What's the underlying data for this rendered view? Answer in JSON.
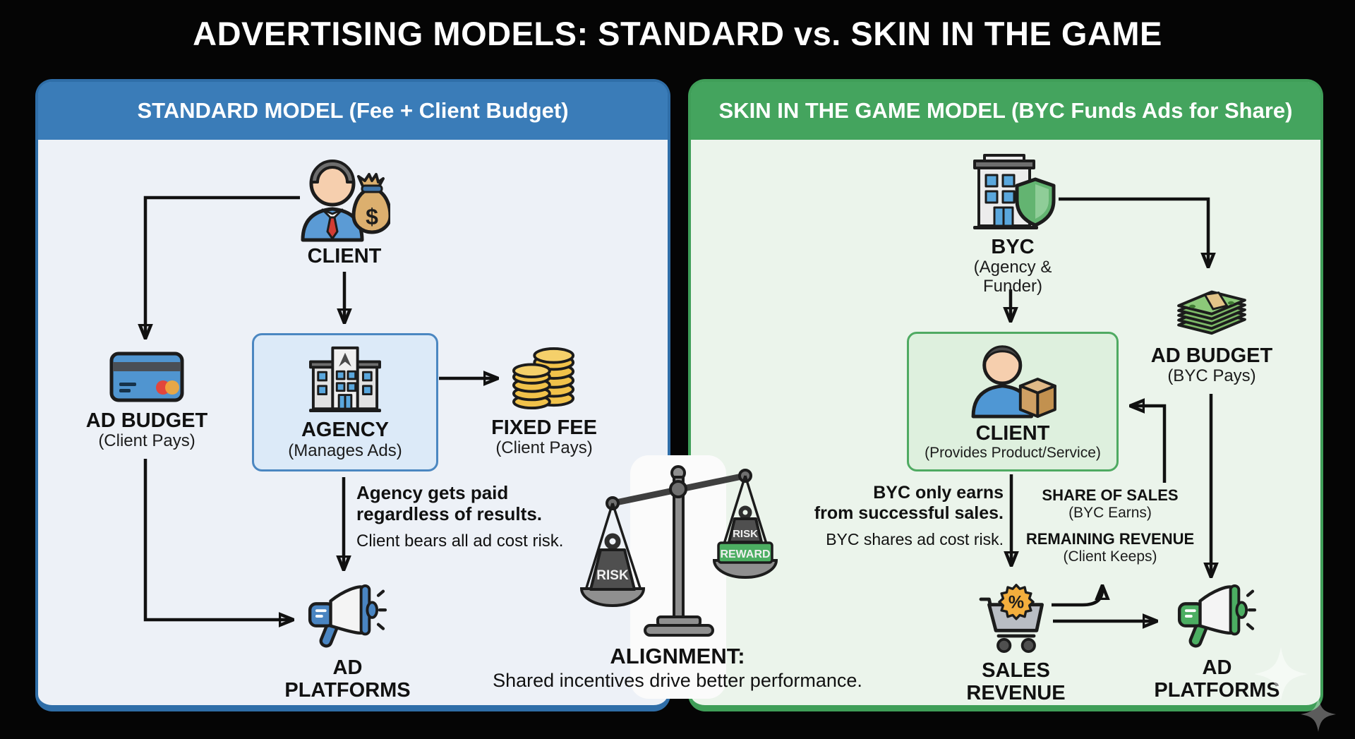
{
  "title": "ADVERTISING MODELS: STANDARD vs. SKIN IN THE GAME",
  "colors": {
    "background": "#050505",
    "standard_accent": "#3a7cb8",
    "standard_border": "#2f6ea8",
    "standard_panel_bg": "#edf1f7",
    "skin_accent": "#44a45e",
    "skin_border": "#3f9e58",
    "skin_panel_bg": "#ebf4eb",
    "reward_green": "#4cae62",
    "arrow": "#111111",
    "coin_gold": "#f1c24a",
    "badge_orange": "#f3ae3d"
  },
  "left": {
    "header": "STANDARD MODEL (Fee + Client Budget)",
    "client": {
      "label": "CLIENT"
    },
    "ad_budget": {
      "label": "AD BUDGET",
      "sub": "(Client Pays)"
    },
    "agency": {
      "label": "AGENCY",
      "sub": "(Manages Ads)"
    },
    "fixed_fee": {
      "label": "FIXED FEE",
      "sub": "(Client Pays)"
    },
    "note": {
      "bold1": "Agency gets paid",
      "bold2": "regardless of results.",
      "regular": "Client bears all ad cost risk."
    },
    "ad_platforms": {
      "label": "AD PLATFORMS"
    }
  },
  "right": {
    "header": "SKIN IN THE GAME MODEL (BYC Funds Ads for Share)",
    "byc": {
      "label": "BYC",
      "sub": "(Agency & Funder)"
    },
    "client": {
      "label": "CLIENT",
      "sub": "(Provides Product/Service)"
    },
    "ad_budget": {
      "label": "AD BUDGET",
      "sub": "(BYC Pays)"
    },
    "note": {
      "bold1": "BYC only earns",
      "bold2": "from successful sales.",
      "regular": "BYC shares ad cost risk."
    },
    "share_of_sales": {
      "label": "SHARE OF SALES",
      "sub": "(BYC Earns)"
    },
    "remaining_revenue": {
      "label": "REMAINING REVENUE",
      "sub": "(Client Keeps)"
    },
    "sales_revenue": {
      "label": "SALES REVENUE"
    },
    "ad_platforms": {
      "label": "AD PLATFORMS"
    }
  },
  "center": {
    "scale": {
      "left_weight": "RISK",
      "right_weight_top": "RISK",
      "right_weight_bottom": "REWARD"
    },
    "alignment": {
      "title": "ALIGNMENT:",
      "subtitle": "Shared incentives drive better performance."
    }
  },
  "icons": {
    "money_bag_symbol": "$",
    "discount_symbol": "%"
  }
}
